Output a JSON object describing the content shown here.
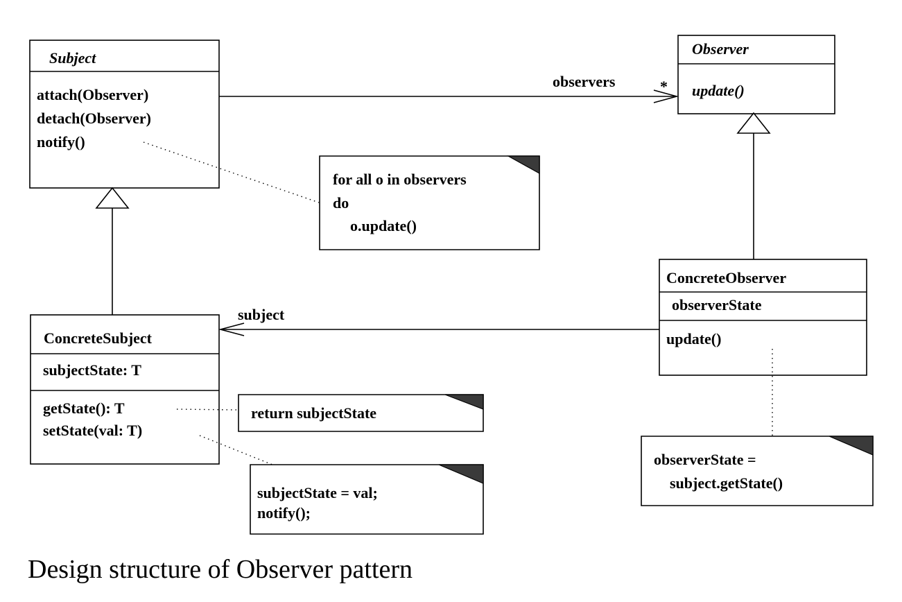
{
  "subject": {
    "name": "Subject",
    "methods": [
      "attach(Observer)",
      "detach(Observer)",
      "notify()"
    ]
  },
  "observer": {
    "name": "Observer",
    "methods": [
      "update()"
    ]
  },
  "concrete_subject": {
    "name": "ConcreteSubject",
    "attributes": [
      "subjectState: T"
    ],
    "methods": [
      "getState(): T",
      "setState(val: T)"
    ]
  },
  "concrete_observer": {
    "name": "ConcreteObserver",
    "attributes": [
      "observerState"
    ],
    "methods": [
      "update()"
    ]
  },
  "associations": {
    "observers_role": "observers",
    "observers_multiplicity": "*",
    "subject_role": "subject"
  },
  "notes": {
    "notify_note": [
      "for all o in  observers",
      "do",
      "o.update()"
    ],
    "getstate_note": [
      "return subjectState"
    ],
    "setstate_note": [
      "subjectState = val;",
      "notify();"
    ],
    "update_note": [
      "observerState =",
      "subject.getState()"
    ]
  },
  "caption": "Design structure of Observer pattern"
}
